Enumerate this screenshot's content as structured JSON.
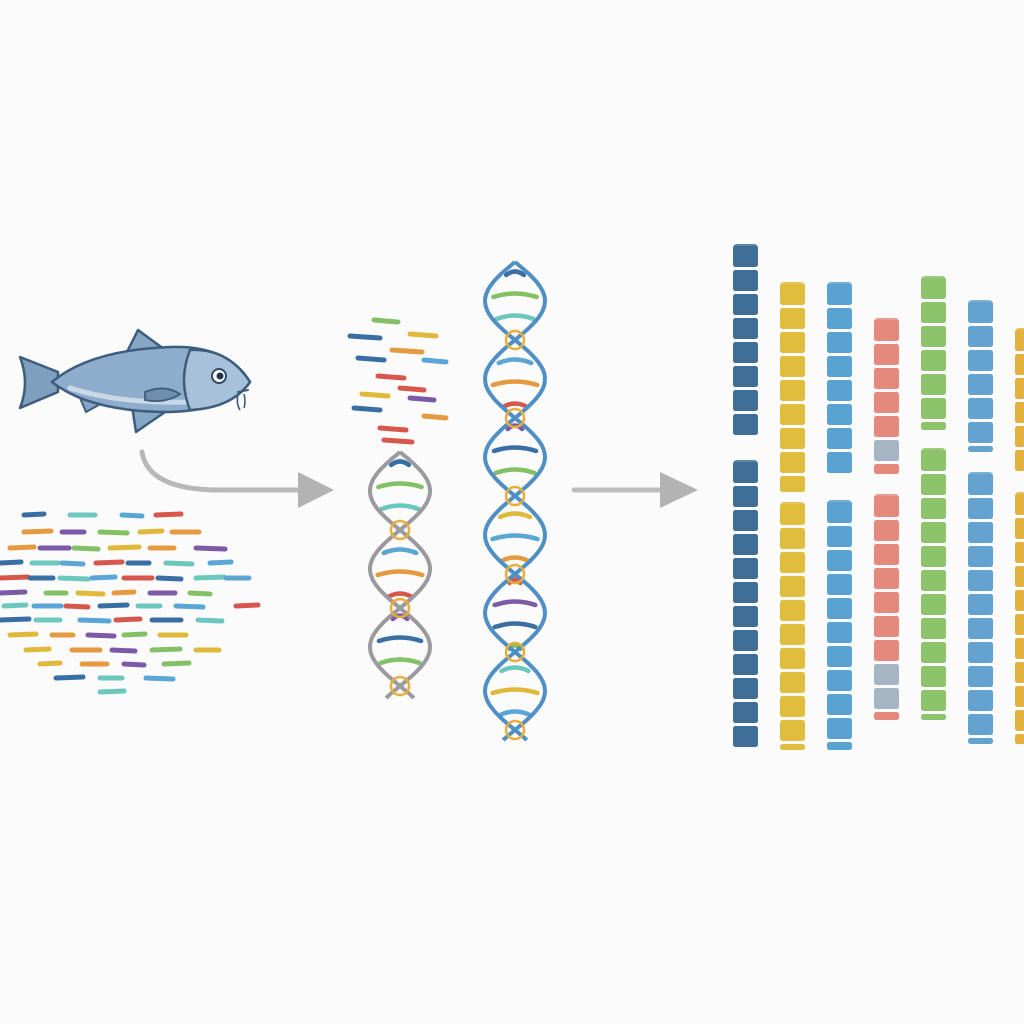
{
  "diagram": {
    "stages": [
      {
        "id": "organism",
        "icon": "fish-icon"
      },
      {
        "id": "sequencing-reads",
        "icon": "dna-fragments-icon"
      },
      {
        "id": "assembly",
        "icon": "dna-helix-icon"
      },
      {
        "id": "chromosomes",
        "icon": "chromosome-bars-icon"
      }
    ],
    "colors": {
      "background": "#fbfbfb",
      "fish_body": "#7f9fbf",
      "fish_outline": "#3e5d7e",
      "arrow": "#b3b3b3",
      "helix_gray": "#9a9aa0",
      "helix_blue": "#4f8fc4",
      "fragment_palette": [
        "#3a6fa6",
        "#e0b83a",
        "#d7574d",
        "#84c066",
        "#5aa6d6",
        "#7c5aa8",
        "#6cc7bf",
        "#e59a3f"
      ],
      "chromosome_colors": [
        "#3f6f96",
        "#e1bd3d",
        "#5aa2d2",
        "#e5897d",
        "#8cc36b",
        "#64a3cf",
        "#e3b13d"
      ],
      "chromosome_band_alt": "#a5b5c4"
    }
  }
}
